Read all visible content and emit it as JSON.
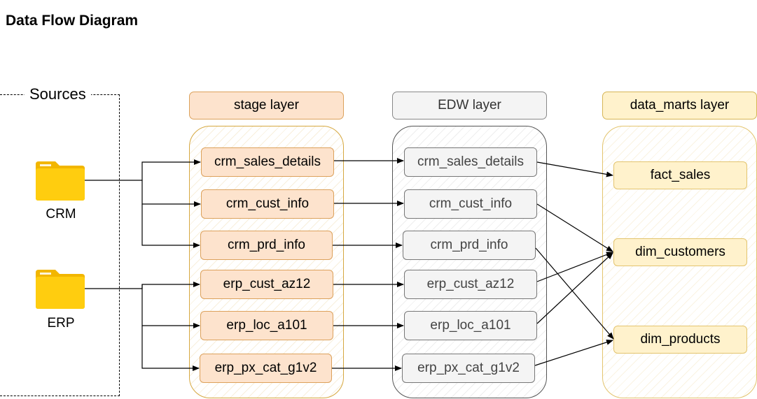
{
  "title": "Data Flow Diagram",
  "sources": {
    "label": "Sources",
    "items": [
      {
        "name": "CRM"
      },
      {
        "name": "ERP"
      }
    ]
  },
  "layers": {
    "stage": {
      "label": "stage layer",
      "nodes": [
        "crm_sales_details",
        "crm_cust_info",
        "crm_prd_info",
        "erp_cust_az12",
        "erp_loc_a101",
        "erp_px_cat_g1v2"
      ]
    },
    "edw": {
      "label": "EDW layer",
      "nodes": [
        "crm_sales_details",
        "crm_cust_info",
        "crm_prd_info",
        "erp_cust_az12",
        "erp_loc_a101",
        "erp_px_cat_g1v2"
      ]
    },
    "marts": {
      "label": "data_marts layer",
      "nodes": [
        "fact_sales",
        "dim_customers",
        "dim_products"
      ]
    }
  },
  "edges": [
    [
      "CRM",
      "stage.crm_sales_details"
    ],
    [
      "CRM",
      "stage.crm_cust_info"
    ],
    [
      "CRM",
      "stage.crm_prd_info"
    ],
    [
      "ERP",
      "stage.erp_cust_az12"
    ],
    [
      "ERP",
      "stage.erp_loc_a101"
    ],
    [
      "ERP",
      "stage.erp_px_cat_g1v2"
    ],
    [
      "stage.crm_sales_details",
      "edw.crm_sales_details"
    ],
    [
      "stage.crm_cust_info",
      "edw.crm_cust_info"
    ],
    [
      "stage.crm_prd_info",
      "edw.crm_prd_info"
    ],
    [
      "stage.erp_cust_az12",
      "edw.erp_cust_az12"
    ],
    [
      "stage.erp_loc_a101",
      "edw.erp_loc_a101"
    ],
    [
      "stage.erp_px_cat_g1v2",
      "edw.erp_px_cat_g1v2"
    ],
    [
      "edw.crm_sales_details",
      "marts.fact_sales"
    ],
    [
      "edw.crm_cust_info",
      "marts.dim_customers"
    ],
    [
      "edw.erp_cust_az12",
      "marts.dim_customers"
    ],
    [
      "edw.erp_loc_a101",
      "marts.dim_customers"
    ],
    [
      "edw.crm_prd_info",
      "marts.dim_products"
    ],
    [
      "edw.erp_px_cat_g1v2",
      "marts.dim_products"
    ]
  ],
  "colors": {
    "stage_fill": "#fde3cd",
    "stage_border": "#dca15b",
    "edw_fill": "#f4f4f4",
    "edw_border": "#777777",
    "mart_fill": "#fff2cc",
    "mart_border": "#e3c46e",
    "folder": "#ffc60a"
  },
  "icons": [
    "folder-icon"
  ]
}
